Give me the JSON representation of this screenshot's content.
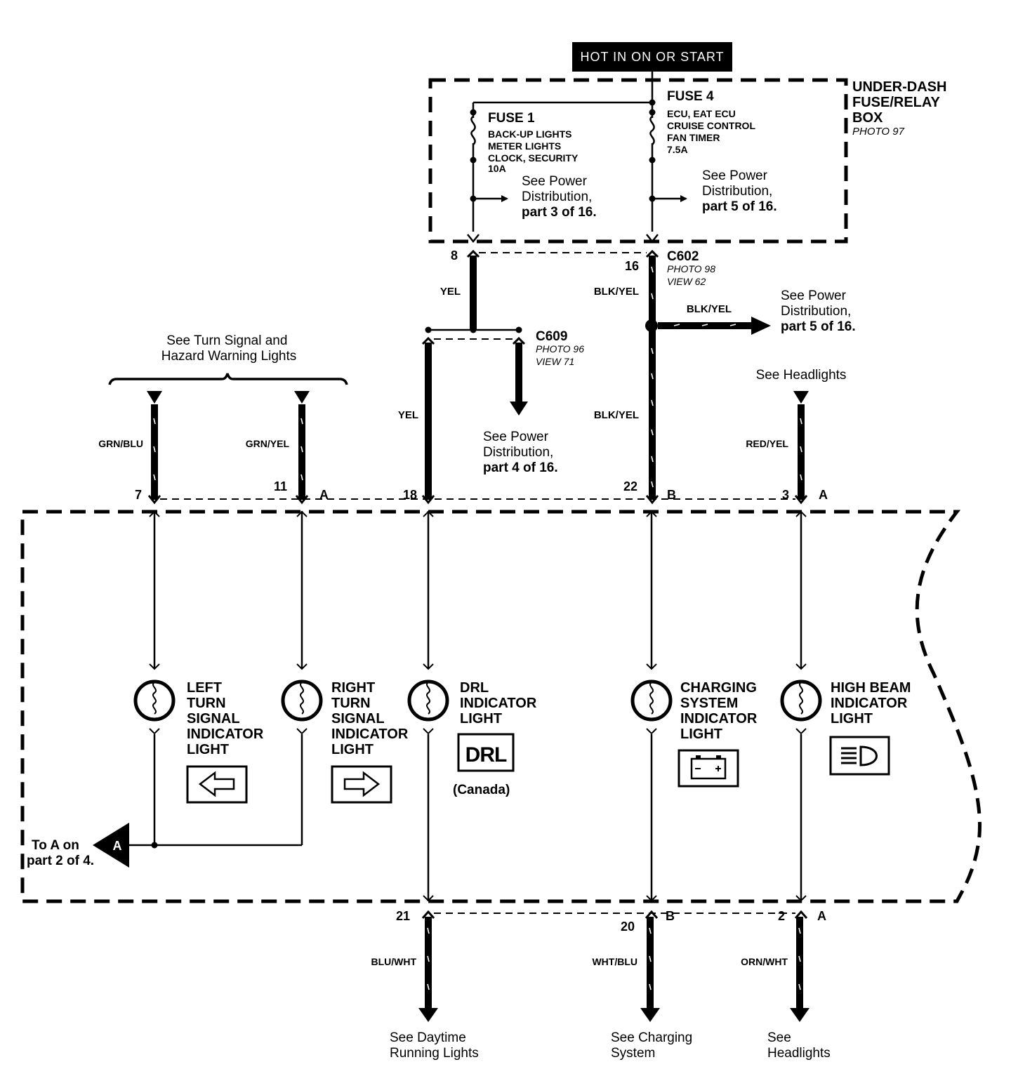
{
  "diagram": {
    "hot_label": "HOT IN ON OR START",
    "box_title": [
      "UNDER-DASH",
      "FUSE/RELAY",
      "BOX"
    ],
    "box_photo": "PHOTO 97",
    "fuse1": {
      "name": "FUSE 1",
      "desc": [
        "BACK-UP LIGHTS",
        "METER LIGHTS",
        "CLOCK, SECURITY",
        "10A"
      ],
      "ref": [
        "See Power",
        "Distribution,",
        "part 3 of 16."
      ]
    },
    "fuse4": {
      "name": "FUSE 4",
      "desc": [
        "ECU, EAT ECU",
        "CRUISE CONTROL",
        "FAN TIMER",
        "7.5A"
      ],
      "ref": [
        "See Power",
        "Distribution,",
        "part 5 of 16."
      ]
    },
    "c602": {
      "name": "C602",
      "photo": "PHOTO 98",
      "view": "VIEW 62",
      "pin_left": "8",
      "pin_right": "16",
      "wire_left": "YEL",
      "wire_right": "BLK/YEL"
    },
    "splice": {
      "wire": "BLK/YEL",
      "ref": [
        "See Power",
        "Distribution,",
        "part 5 of 16."
      ]
    },
    "c609": {
      "name": "C609",
      "photo": "PHOTO 96",
      "view": "VIEW 71",
      "ref": [
        "See Power",
        "Distribution,",
        "part 4 of 16."
      ]
    },
    "turn_ref": [
      "See Turn Signal and",
      "Hazard Warning Lights"
    ],
    "headlights_ref": "See Headlights",
    "top_connectors": [
      {
        "wire": "GRN/BLU",
        "pin": "7",
        "letter": ""
      },
      {
        "wire": "GRN/YEL",
        "pin": "11",
        "letter": "A"
      },
      {
        "wire": "YEL",
        "pin": "18",
        "letter": ""
      },
      {
        "wire": "BLK/YEL",
        "pin": "22",
        "letter": "B"
      },
      {
        "wire": "RED/YEL",
        "pin": "3",
        "letter": "A"
      }
    ],
    "lights": [
      {
        "label": [
          "LEFT",
          "TURN",
          "SIGNAL",
          "INDICATOR",
          "LIGHT"
        ],
        "icon": "left-arrow-icon"
      },
      {
        "label": [
          "RIGHT",
          "TURN",
          "SIGNAL",
          "INDICATOR",
          "LIGHT"
        ],
        "icon": "right-arrow-icon"
      },
      {
        "label": [
          "DRL",
          "INDICATOR",
          "LIGHT"
        ],
        "icon": "drl-icon",
        "icon_text": "DRL",
        "note": "(Canada)"
      },
      {
        "label": [
          "CHARGING",
          "SYSTEM",
          "INDICATOR",
          "LIGHT"
        ],
        "icon": "battery-icon"
      },
      {
        "label": [
          "HIGH BEAM",
          "INDICATOR",
          "LIGHT"
        ],
        "icon": "high-beam-icon"
      }
    ],
    "to_a": {
      "letter": "A",
      "text": [
        "To A on",
        "part 2 of 4."
      ]
    },
    "bottom_connectors": [
      {
        "pin": "21",
        "letter": "",
        "wire": "BLU/WHT",
        "ref": [
          "See Daytime",
          "Running Lights"
        ]
      },
      {
        "pin": "20",
        "letter": "B",
        "wire": "WHT/BLU",
        "ref": [
          "See Charging",
          "System"
        ]
      },
      {
        "pin": "2",
        "letter": "A",
        "wire": "ORN/WHT",
        "ref": [
          "See",
          "Headlights"
        ]
      }
    ]
  }
}
